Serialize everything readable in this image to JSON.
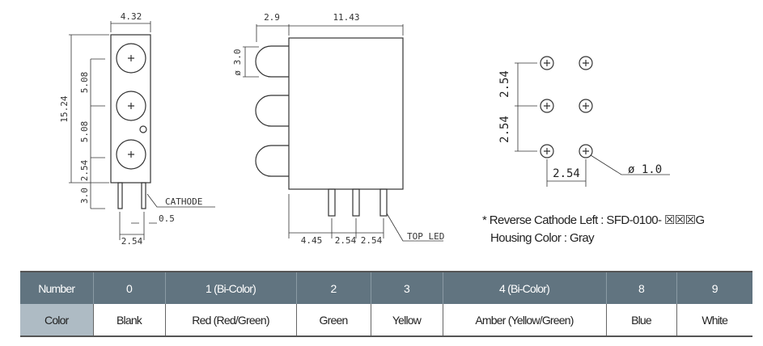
{
  "side_view": {
    "width_dim": "4.32",
    "height_dim": "15.24",
    "pitch_dim_1": "5.08",
    "pitch_dim_2": "5.08",
    "bottom_offset_dim": "2.54",
    "pin_length_dim": "3.0",
    "cathode_label": "CATHODE",
    "pin_width_dim": "0.5",
    "pin_pitch_dim": "2.54"
  },
  "front_view": {
    "lens_depth_dim": "2.9",
    "body_length_dim": "11.43",
    "lens_diameter_dim": "ø 3.0",
    "pin_offset_dim": "4.45",
    "pin_pitch_dim_1": "2.54",
    "pin_pitch_dim_2": "2.54",
    "top_led_label": "TOP LED"
  },
  "footprint": {
    "vertical_pitch_1": "2.54",
    "vertical_pitch_2": "2.54",
    "horizontal_pitch": "2.54",
    "hole_diameter": "ø 1.0"
  },
  "note": {
    "line1": "* Reverse Cathode Left : SFD-0100- ☒☒☒G",
    "line2": "Housing Color : Gray"
  },
  "color_table": {
    "header_label": "Number",
    "row_label": "Color",
    "numbers": [
      "0",
      "1 (Bi-Color)",
      "2",
      "3",
      "4 (Bi-Color)",
      "8",
      "9"
    ],
    "colors": [
      "Blank",
      "Red (Red/Green)",
      "Green",
      "Yellow",
      "Amber (Yellow/Green)",
      "Blue",
      "White"
    ]
  }
}
